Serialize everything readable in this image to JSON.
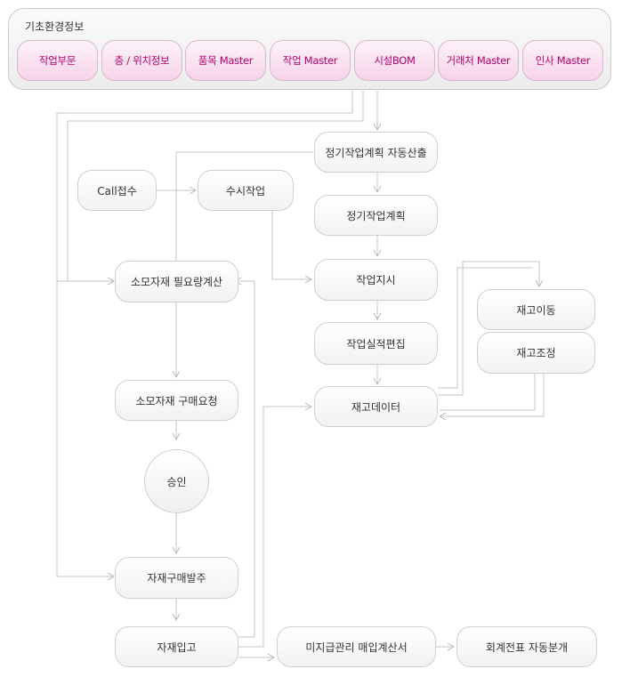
{
  "header": {
    "title": "기초환경정보",
    "items": [
      "작업부문",
      "층 / 위치정보",
      "품목 Master",
      "작업 Master",
      "시설BOM",
      "거래처 Master",
      "인사 Master"
    ]
  },
  "nodes": {
    "auto_plan": "정기작업계획 자동산출",
    "call_receipt": "Call접수",
    "adhoc_work": "수시작업",
    "regular_plan": "정기작업계획",
    "consumable_calc": "소모자재 필요량계산",
    "work_order": "작업지시",
    "stock_move": "재고이동",
    "result_edit": "작업실적편집",
    "stock_adjust": "재고조정",
    "consumable_request": "소모자재 구매요청",
    "stock_data": "재고데이터",
    "approval": "승인",
    "purchase_order": "자재구매발주",
    "receiving": "자재입고",
    "payable": "미지급관리 매입계산서",
    "voucher": "회계전표 자동분개"
  }
}
